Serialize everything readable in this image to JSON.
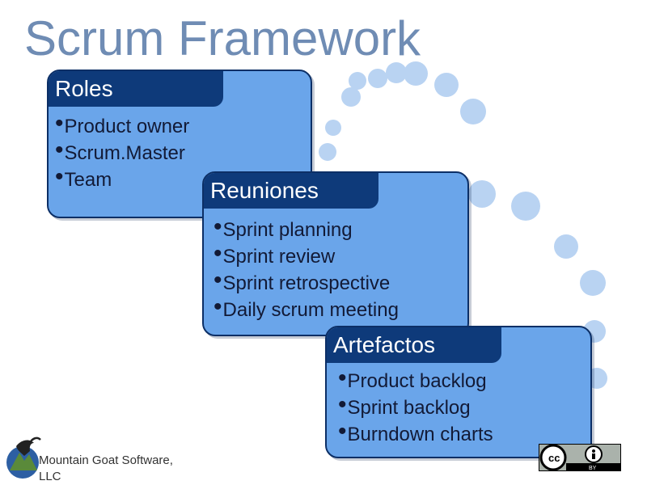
{
  "slide": {
    "title": "Scrum Framework"
  },
  "roles": {
    "header": "Roles",
    "items": [
      "Product owner",
      "Scrum.Master",
      "Team"
    ]
  },
  "meetings": {
    "header": "Reuniones",
    "items": [
      "Sprint planning",
      "Sprint review",
      "Sprint retrospective",
      "Daily scrum meeting"
    ]
  },
  "artifacts": {
    "header": "Artefactos",
    "items": [
      "Product backlog",
      "Sprint backlog",
      "Burndown charts"
    ]
  },
  "footer": {
    "company": "Mountain Goat Software, LLC",
    "license_text": "BY"
  },
  "colors": {
    "title": "#6f8cb4",
    "card_fill": "#6aa5ea",
    "card_header": "#0e3a7a",
    "dots": "#b9d3f2"
  },
  "icons": {
    "bullet": "•",
    "logo": "mountain-goat-logo",
    "license": "creative-commons-by-badge"
  }
}
